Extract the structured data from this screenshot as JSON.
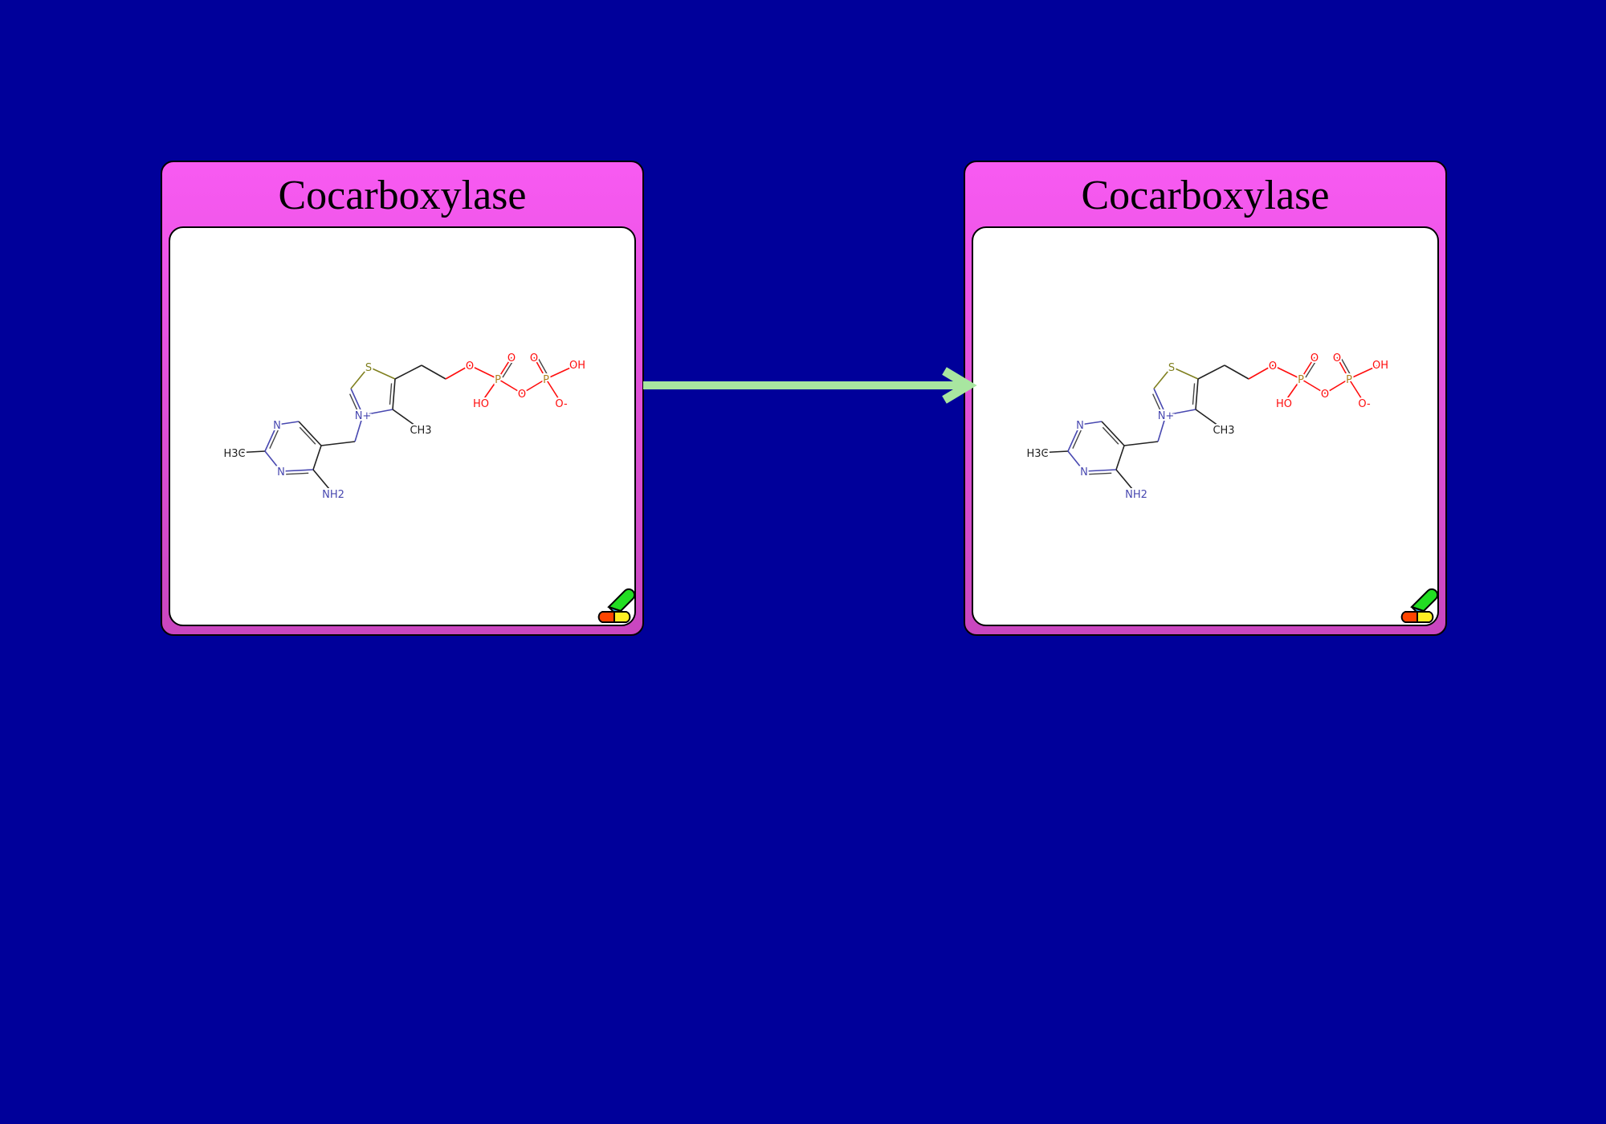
{
  "nodes": [
    {
      "title": "Cocarboxylase"
    },
    {
      "title": "Cocarboxylase"
    }
  ],
  "molecule": {
    "labels": {
      "h3c": "H3C",
      "n1": "N",
      "n3": "N",
      "nh2": "NH2",
      "nplus": "N+",
      "s": "S",
      "ch3": "CH3",
      "o1": "O",
      "p1": "P",
      "o_eq1": "O",
      "ho": "HO",
      "o_bridge": "O",
      "p2": "P",
      "o_eq2": "O",
      "oh": "OH",
      "o_minus": "O-"
    }
  },
  "colors": {
    "background": "#00009a",
    "node_top": "#f85af2",
    "node_bottom": "#c946bf",
    "arrow": "#a8e6a0",
    "nitrogen": "#4848b0",
    "sulfur": "#808020",
    "oxygen": "#ff0d0d",
    "phosphorus": "#b08020"
  }
}
